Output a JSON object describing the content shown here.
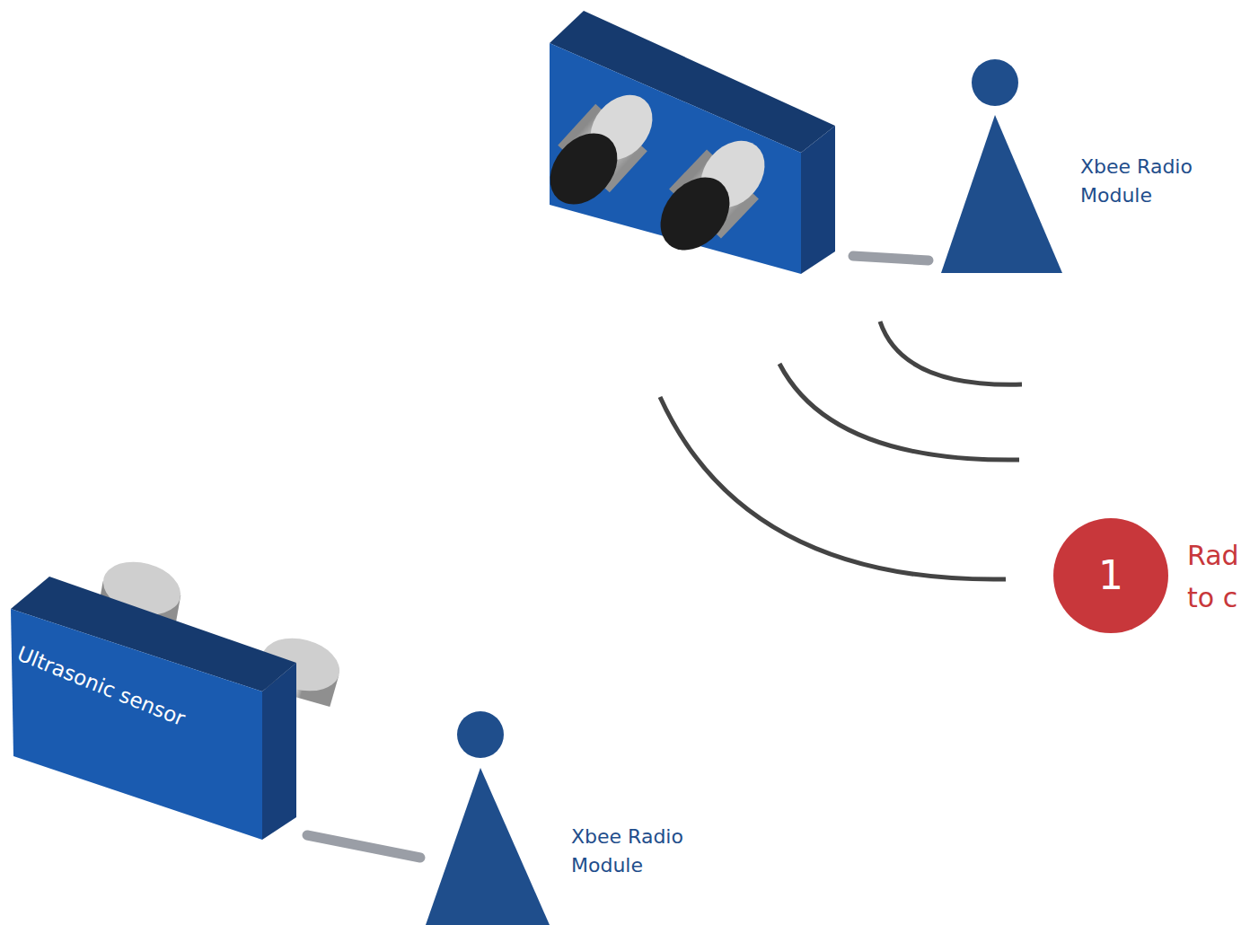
{
  "diagram": {
    "nodes": [
      {
        "text": [
          "1"
        ]
      },
      {
        "text": [
          "Ultrasonic sensor"
        ]
      }
    ],
    "labels": [
      "Xbee Radio Module",
      "Rad to c",
      "Xbee Radio Module"
    ]
  }
}
